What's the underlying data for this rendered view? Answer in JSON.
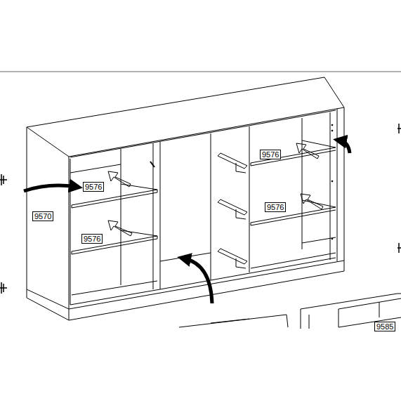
{
  "diagram": {
    "labels": [
      "9576",
      "9576",
      "9570",
      "9576",
      "9576",
      "9585"
    ]
  }
}
